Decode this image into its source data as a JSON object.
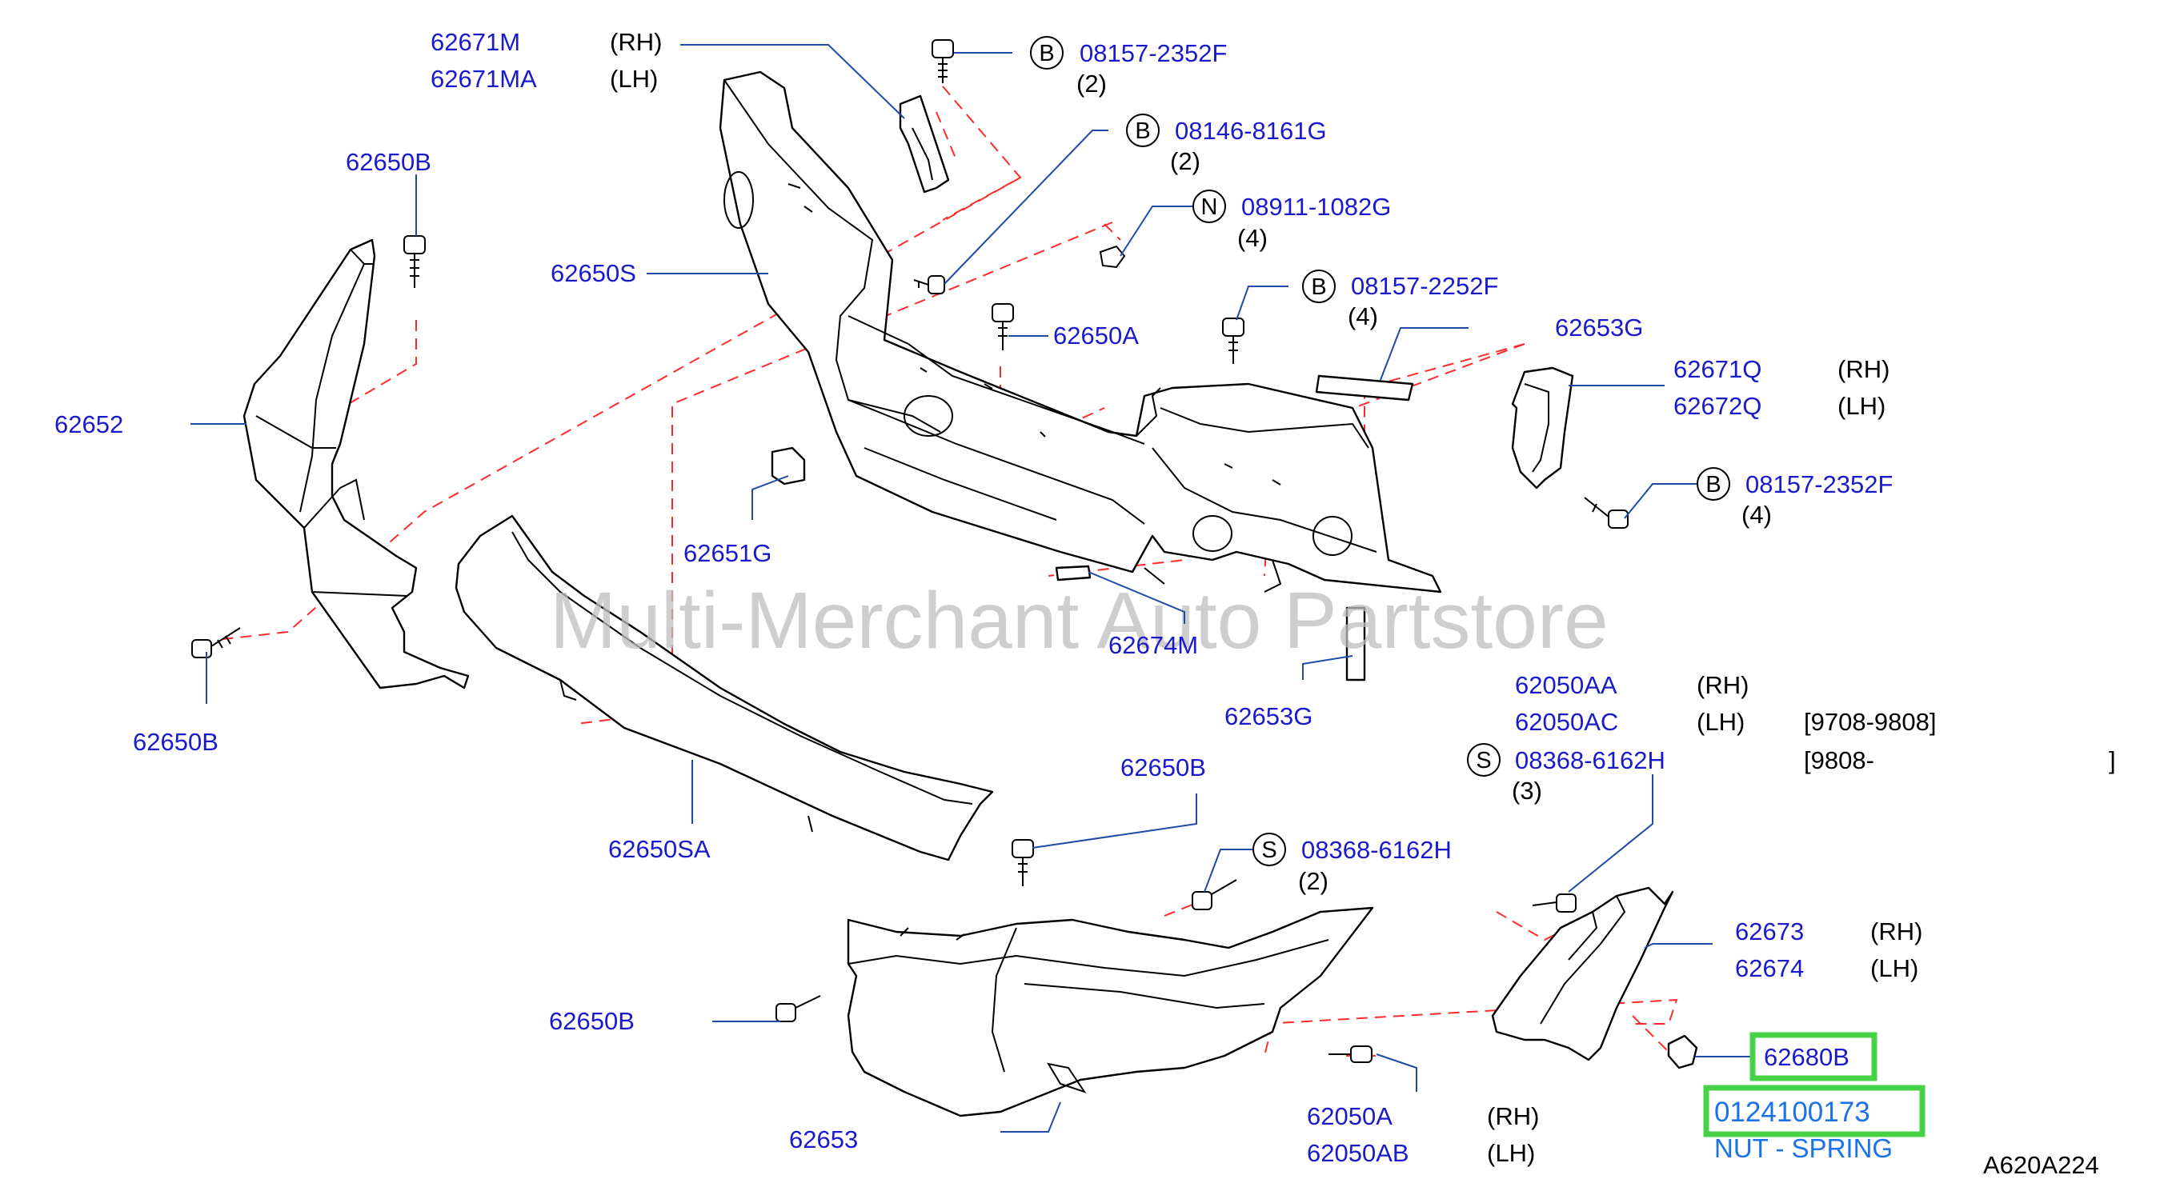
{
  "watermark": "Multi-Merchant Auto Partstore",
  "diagram_code": "A620A224",
  "labels": {
    "p62671M": "62671M",
    "p62671M_side": "(RH)",
    "p62671MA": "62671MA",
    "p62671MA_side": "(LH)",
    "b1_letter": "B",
    "b1_code": "08157-2352F",
    "b1_qty": "(2)",
    "b2_letter": "B",
    "b2_code": "08146-8161G",
    "b2_qty": "(2)",
    "n1_letter": "N",
    "n1_code": "08911-1082G",
    "n1_qty": "(4)",
    "b3_letter": "B",
    "b3_code": "08157-2252F",
    "b3_qty": "(4)",
    "p62650B_a": "62650B",
    "p62650S": "62650S",
    "p62650A": "62650A",
    "p62653G_top": "62653G",
    "p62671Q": "62671Q",
    "p62671Q_side": "(RH)",
    "p62672Q": "62672Q",
    "p62672Q_side": "(LH)",
    "b4_letter": "B",
    "b4_code": "08157-2352F",
    "b4_qty": "(4)",
    "p62652": "62652",
    "p62651G": "62651G",
    "p62674M": "62674M",
    "p62653G_bot": "62653G",
    "p62650B_b": "62650B",
    "p62050AA": "62050AA",
    "p62050AA_side": "(RH)",
    "p62050AC": "62050AC",
    "p62050AC_side": "(LH)",
    "p62050AC_range": "[9708-9808]",
    "s1_letter": "S",
    "s1_code": "08368-6162H",
    "s1_range_start": "[9808-",
    "s1_range_end": "]",
    "s1_qty": "(3)",
    "p62650B_c": "62650B",
    "p62650SA": "62650SA",
    "s2_letter": "S",
    "s2_code": "08368-6162H",
    "s2_qty": "(2)",
    "p62673": "62673",
    "p62673_side": "(RH)",
    "p62674": "62674",
    "p62674_side": "(LH)",
    "p62650B_d": "62650B",
    "p62680B": "62680B",
    "part_number": "0124100173",
    "part_desc": "NUT - SPRING",
    "p62653": "62653",
    "p62050A": "62050A",
    "p62050A_side": "(RH)",
    "p62050AB": "62050AB",
    "p62050AB_side": "(LH)"
  },
  "colors": {
    "part_number_text": "#1a1acc",
    "leader_line": "#1f4aa8",
    "dashed_line": "#ff2a2a",
    "highlight_box": "#47d147",
    "nut_text": "#1a73e8"
  }
}
